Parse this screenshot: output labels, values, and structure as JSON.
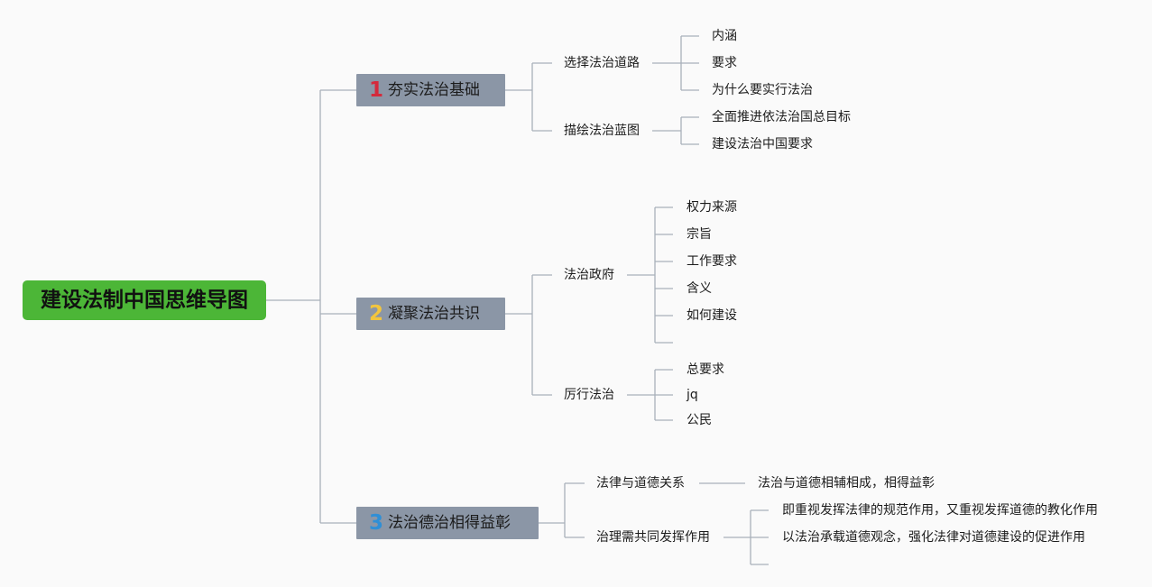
{
  "root": {
    "label": "建设法制中国思维导图"
  },
  "branches": [
    {
      "number": "1",
      "color": "#d42a3c",
      "label": "夯实法治基础",
      "subs": [
        {
          "label": "选择法治道路",
          "leaves": [
            "内涵",
            "要求",
            "为什么要实行法治"
          ]
        },
        {
          "label": "描绘法治蓝图",
          "leaves": [
            "全面推进依法治国总目标",
            "建设法治中国要求"
          ]
        }
      ]
    },
    {
      "number": "2",
      "color": "#f2c53d",
      "label": "凝聚法治共识",
      "subs": [
        {
          "label": "法治政府",
          "leaves": [
            "权力来源",
            "宗旨",
            "工作要求",
            "含义",
            "如何建设",
            ""
          ]
        },
        {
          "label": "厉行法治",
          "leaves": [
            "总要求",
            "jq",
            "公民"
          ]
        }
      ]
    },
    {
      "number": "3",
      "color": "#2f8fd6",
      "label": "法治德治相得益彰",
      "subs": [
        {
          "label": "法律与道德关系",
          "leaves": [
            "法治与道德相辅相成，相得益彰"
          ]
        },
        {
          "label": "治理需共同发挥作用",
          "leaves": [
            "即重视发挥法律的规范作用，又重视发挥道德的教化作用",
            "以法治承载道德观念，强化法律对道德建设的促进作用",
            ""
          ]
        }
      ]
    }
  ]
}
